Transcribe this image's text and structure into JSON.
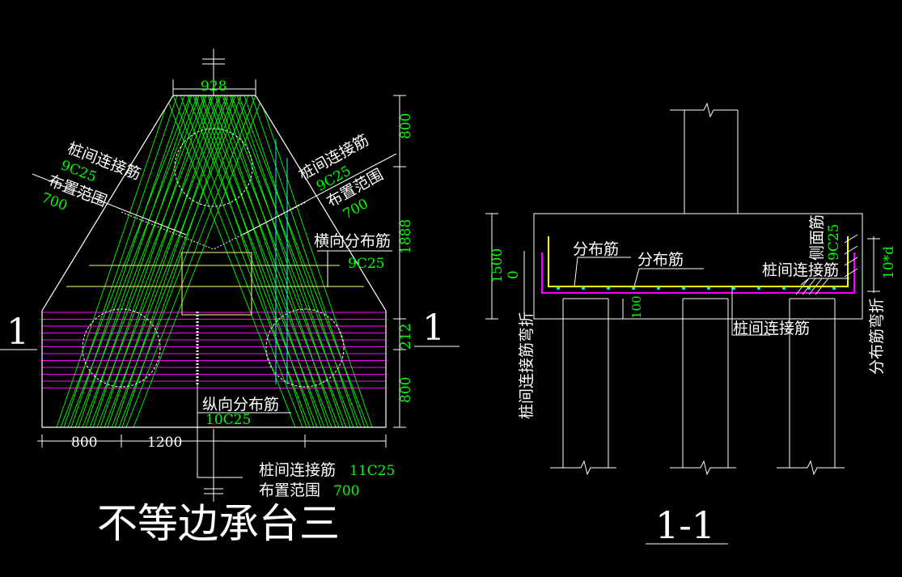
{
  "colors": {
    "background": "#000000",
    "outline": "#ffffff",
    "rebar": "#00ff00",
    "side_rebar": "#ffff00",
    "magenta": "#ff00ff",
    "cyan": "#00ffff",
    "text_white": "#ffffff",
    "text_green": "#00ff00"
  },
  "plan": {
    "title": "不等边承台三",
    "section_marks": {
      "left": "1",
      "right": "1"
    },
    "dims_top": {
      "width": "928"
    },
    "dims_right": [
      "800",
      "1888",
      "212",
      "800"
    ],
    "dims_bottom": [
      "800",
      "1200"
    ],
    "left_rebar": {
      "name": "桩间连接筋",
      "spec": "9C25",
      "range_label": "布置范围",
      "range_value": "700"
    },
    "right_rebar": {
      "name": "桩间连接筋",
      "spec": "9C25",
      "range_label": "布置范围",
      "range_value": "700"
    },
    "transverse": {
      "name": "横向分布筋",
      "spec": "9C25"
    },
    "longitudinal": {
      "name": "纵向分布筋",
      "spec": "10C25"
    },
    "bottom_rebar": {
      "name": "桩间连接筋",
      "spec": "11C25",
      "range_label": "布置范围",
      "range_value": "700"
    }
  },
  "section": {
    "title": "1-1",
    "depth_dim": "1500",
    "cover_dim": "0",
    "embed_dim": "100",
    "distribution_a": "分布筋",
    "distribution_b": "分布筋",
    "connect_right": "桩间连接筋",
    "connect_bottom": "桩间连接筋",
    "side_rebar": {
      "name": "侧面筋",
      "spec": "9C25"
    },
    "bend_left": "桩间连接筋弯折",
    "bend_right": "分布筋弯折",
    "bend_length": "10*d"
  }
}
